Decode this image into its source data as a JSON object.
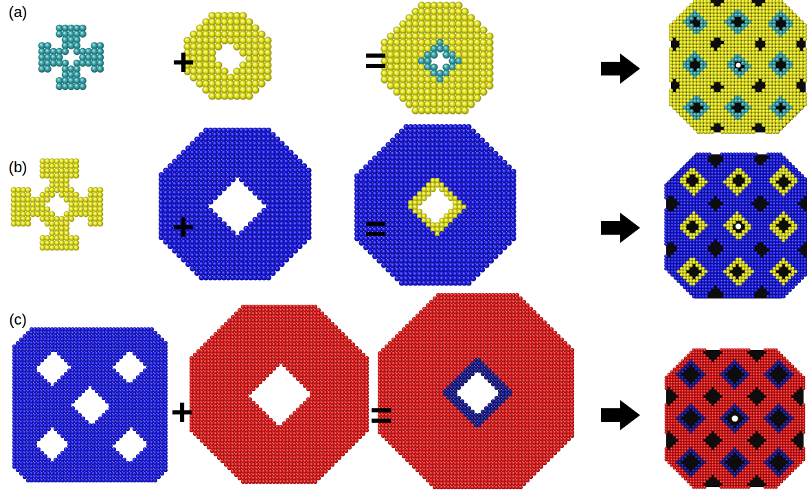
{
  "diagram": {
    "labels": [
      "(a)",
      "+",
      "=",
      "(b)",
      "+",
      "=",
      "(c)",
      "+",
      "="
    ]
  }
}
